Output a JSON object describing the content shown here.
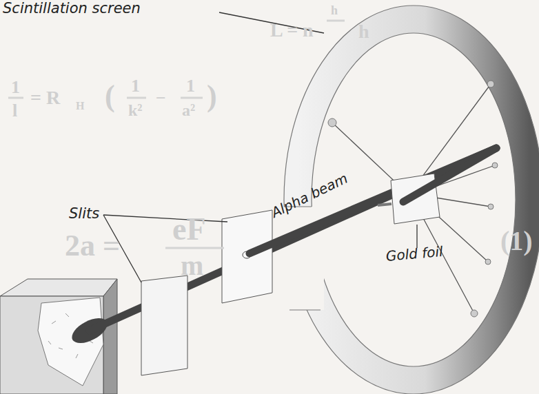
{
  "diagram": {
    "labels": [
      "Scintillation screen",
      "L = n",
      "h",
      "h",
      "1",
      "l",
      "= R",
      "H",
      "(",
      "1",
      "k²",
      "−",
      "1",
      "a²",
      ")",
      "2a =",
      "eF",
      "m",
      "(1)",
      "Slits",
      "Alpha beam",
      "Gold foil"
    ]
  }
}
